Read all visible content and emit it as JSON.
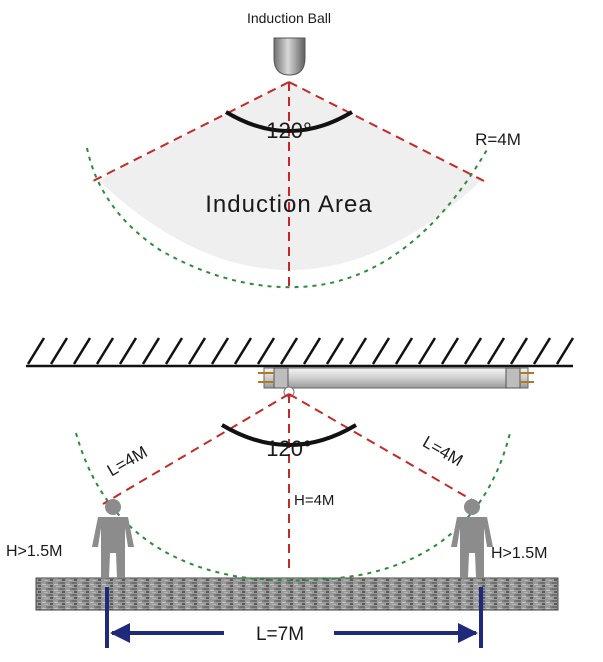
{
  "top_diagram": {
    "sensor_label": "Induction Ball",
    "angle_label": "120°",
    "radius_label": "R=4M",
    "area_label": "Induction Area"
  },
  "bottom_diagram": {
    "angle_label": "120°",
    "left_distance_label": "L=4M",
    "right_distance_label": "L=4M",
    "height_label": "H=4M",
    "left_person_height_label": "H>1.5M",
    "right_person_height_label": "H>1.5M",
    "span_label": "L=7M"
  },
  "colors": {
    "detection_ray": "#c62828",
    "range_arc": "#2e8b3d",
    "induction_area_fill": "#efefef",
    "span_arrow": "#1f2a7a",
    "person": "#8c8c8c",
    "sensor": "#8a8a8a"
  }
}
